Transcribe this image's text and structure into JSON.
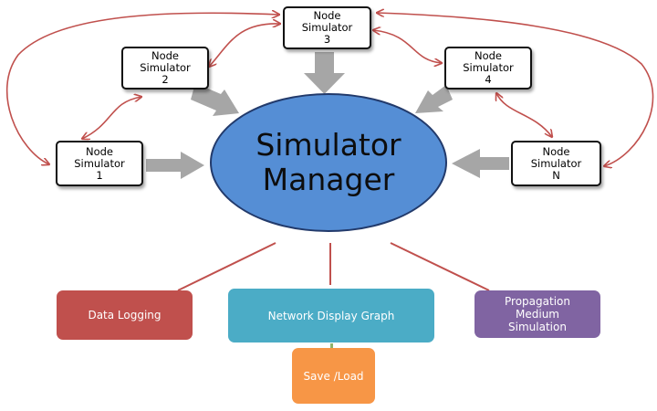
{
  "manager": {
    "line1": "Simulator",
    "line2": "Manager",
    "color": "#558ed5"
  },
  "nodes": [
    {
      "id": "n1",
      "line1": "Node",
      "line2": "Simulator",
      "line3": "1"
    },
    {
      "id": "n2",
      "line1": "Node",
      "line2": "Simulator",
      "line3": "2"
    },
    {
      "id": "n3",
      "line1": "Node",
      "line2": "Simulator",
      "line3": "3"
    },
    {
      "id": "n4",
      "line1": "Node",
      "line2": "Simulator",
      "line3": "4"
    },
    {
      "id": "nN",
      "line1": "Node",
      "line2": "Simulator",
      "line3": "N"
    }
  ],
  "modules": [
    {
      "label": "Data Logging",
      "color": "#c0504d"
    },
    {
      "label": "Network Display Graph",
      "color": "#4bacc6"
    },
    {
      "label": "Propagation Medium Simulation",
      "color": "#8064a2"
    },
    {
      "label": "Save /Load",
      "color": "#f79646"
    }
  ],
  "colors": {
    "link_arrow": "#c0504d",
    "flow_arrow": "#a6a6a6",
    "connector": "#c0504d"
  }
}
